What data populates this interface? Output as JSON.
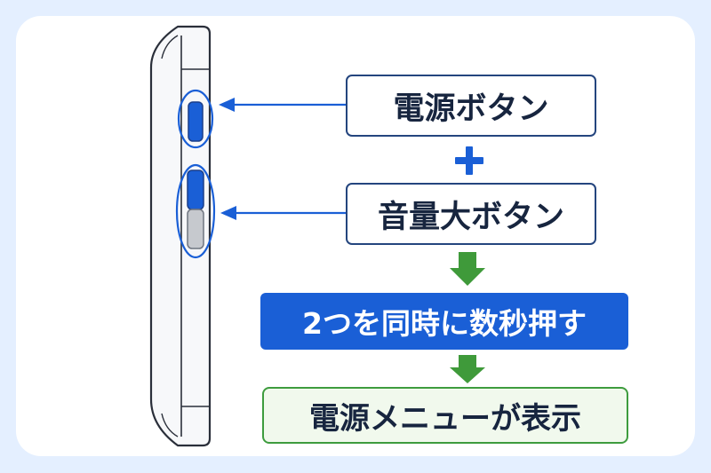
{
  "steps": {
    "power_button": "電源ボタン",
    "plus": "+",
    "volume_up_button": "音量大ボタン",
    "press_both": "2つを同時に数秒押す",
    "result": "電源メニューが表示"
  },
  "colors": {
    "background": "#e4efff",
    "highlight_blue": "#1a5fd6",
    "navy_border": "#24457e",
    "arrow_green": "#3f9a3a",
    "result_border": "#3e9c3e"
  },
  "icons": {
    "phone": "phone-side-outline-icon",
    "pointer": "arrow-left-icon",
    "flow": "arrow-down-icon"
  }
}
